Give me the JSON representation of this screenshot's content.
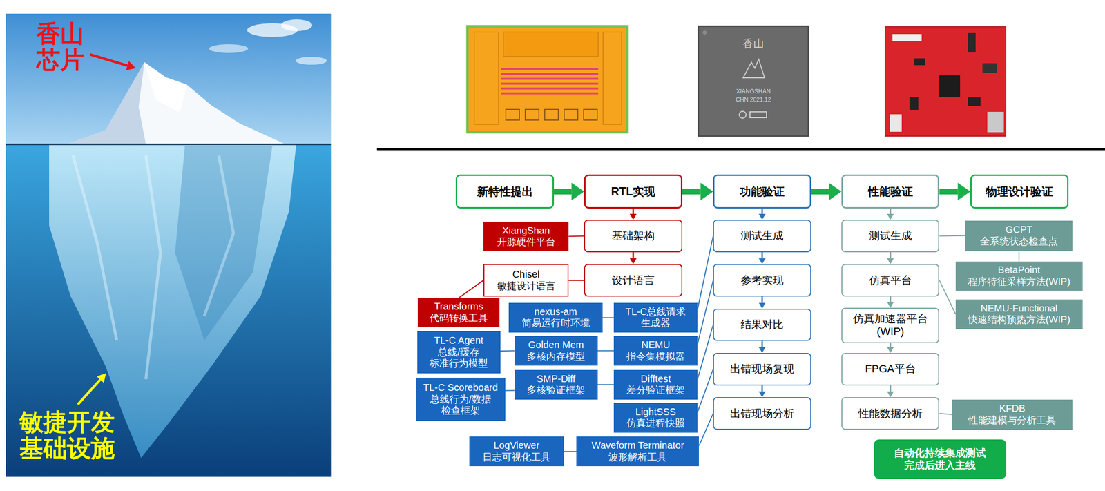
{
  "diagram": {
    "nodes": [
      {
        "text": [
          "新特性提出"
        ]
      },
      {
        "text": [
          "RTL实现"
        ]
      },
      {
        "text": [
          "功能验证"
        ]
      },
      {
        "text": [
          "性能验证"
        ]
      },
      {
        "text": [
          "物理设计验证"
        ]
      },
      {
        "text": [
          "基础架构"
        ]
      },
      {
        "text": [
          "设计语言"
        ]
      },
      {
        "text": [
          "XiangShan",
          "开源硬件平台"
        ]
      },
      {
        "text": [
          "Chisel",
          "敏捷设计语言"
        ]
      },
      {
        "text": [
          "Transforms",
          "代码转换工具"
        ]
      },
      {
        "text": [
          "测试生成"
        ]
      },
      {
        "text": [
          "参考实现"
        ]
      },
      {
        "text": [
          "结果对比"
        ]
      },
      {
        "text": [
          "出错现场复现"
        ]
      },
      {
        "text": [
          "出错现场分析"
        ]
      },
      {
        "text": [
          "nexus-am",
          "简易运行时环境"
        ]
      },
      {
        "text": [
          "TL-C总线请求 生成器"
        ]
      },
      {
        "text": [
          "TL-C Agent",
          "总线/缓存 标准行为模型"
        ]
      },
      {
        "text": [
          "Golden Mem",
          "多核内存模型"
        ]
      },
      {
        "text": [
          "NEMU",
          "指令集模拟器"
        ]
      },
      {
        "text": [
          "SMP-Diff",
          "多核验证框架"
        ]
      },
      {
        "text": [
          "Difftest",
          "差分验证框架"
        ]
      },
      {
        "text": [
          "TL-C Scoreboard",
          "总线行为/数据 检查框架"
        ]
      },
      {
        "text": [
          "LightSSS",
          "仿真进程快照"
        ]
      },
      {
        "text": [
          "LogViewer",
          "日志可视化工具"
        ]
      },
      {
        "text": [
          "Waveform Terminator",
          "波形解析工具"
        ]
      },
      {
        "text": [
          "测试生成"
        ]
      },
      {
        "text": [
          "仿真平台"
        ]
      },
      {
        "text": [
          "仿真加速器平台 (WIP)"
        ]
      },
      {
        "text": [
          "FPGA平台"
        ]
      },
      {
        "text": [
          "性能数据分析"
        ]
      },
      {
        "text": [
          "GCPT",
          "全系统状态检查点"
        ]
      },
      {
        "text": [
          "BetaPoint",
          "程序特征采样方法(WIP)"
        ]
      },
      {
        "text": [
          "NEMU-Functional",
          "快速结构预热方法(WIP)"
        ]
      },
      {
        "text": [
          "KFDB",
          "性能建模与分析工具"
        ]
      },
      {
        "text": [
          "自动化持续集成测试 完成后进入主线"
        ]
      }
    ],
    "edges": [
      {
        "from": 0,
        "to": 1,
        "arrow": "to"
      },
      {
        "from": 1,
        "to": 2,
        "arrow": "to"
      },
      {
        "from": 2,
        "to": 3,
        "arrow": "to"
      },
      {
        "from": 3,
        "to": 4,
        "arrow": "to"
      },
      {
        "from": 1,
        "to": 5,
        "arrow": "to"
      },
      {
        "from": 5,
        "to": 6,
        "arrow": "to"
      },
      {
        "from": 2,
        "to": 10,
        "arrow": "to"
      },
      {
        "from": 10,
        "to": 11,
        "arrow": "to"
      },
      {
        "from": 11,
        "to": 12,
        "arrow": "to"
      },
      {
        "from": 12,
        "to": 13,
        "arrow": "to"
      },
      {
        "from": 13,
        "to": 14,
        "arrow": "to"
      },
      {
        "from": 3,
        "to": 26,
        "arrow": "to"
      },
      {
        "from": 26,
        "to": 27,
        "arrow": "to"
      },
      {
        "from": 27,
        "to": 28,
        "arrow": "to"
      },
      {
        "from": 28,
        "to": 29,
        "arrow": "to"
      },
      {
        "from": 29,
        "to": 30,
        "arrow": "to"
      },
      {
        "from": 5,
        "to": 7,
        "arrow": "none"
      },
      {
        "from": 6,
        "to": 8,
        "arrow": "none"
      },
      {
        "from": 8,
        "to": 9,
        "arrow": "none"
      },
      {
        "from": 10,
        "to": 16,
        "arrow": "none"
      },
      {
        "from": 11,
        "to": 19,
        "arrow": "none"
      },
      {
        "from": 12,
        "to": 21,
        "arrow": "none"
      },
      {
        "from": 13,
        "to": 23,
        "arrow": "none"
      },
      {
        "from": 14,
        "to": 25,
        "arrow": "none"
      },
      {
        "from": 15,
        "to": 16,
        "arrow": "none"
      },
      {
        "from": 17,
        "to": 18,
        "arrow": "none"
      },
      {
        "from": 18,
        "to": 19,
        "arrow": "none"
      },
      {
        "from": 22,
        "to": 20,
        "arrow": "none"
      },
      {
        "from": 20,
        "to": 21,
        "arrow": "none"
      },
      {
        "from": 24,
        "to": 25,
        "arrow": "none"
      },
      {
        "from": 26,
        "to": 31,
        "arrow": "none"
      },
      {
        "from": 31,
        "to": 32,
        "arrow": "none"
      },
      {
        "from": 27,
        "to": 33,
        "arrow": "none"
      },
      {
        "from": 30,
        "to": 34,
        "arrow": "none"
      }
    ],
    "labels": [
      "香山 芯片",
      "敏捷开发 基础设施",
      "香山",
      "XIANGSHAN",
      "CHN 2021.12"
    ]
  }
}
